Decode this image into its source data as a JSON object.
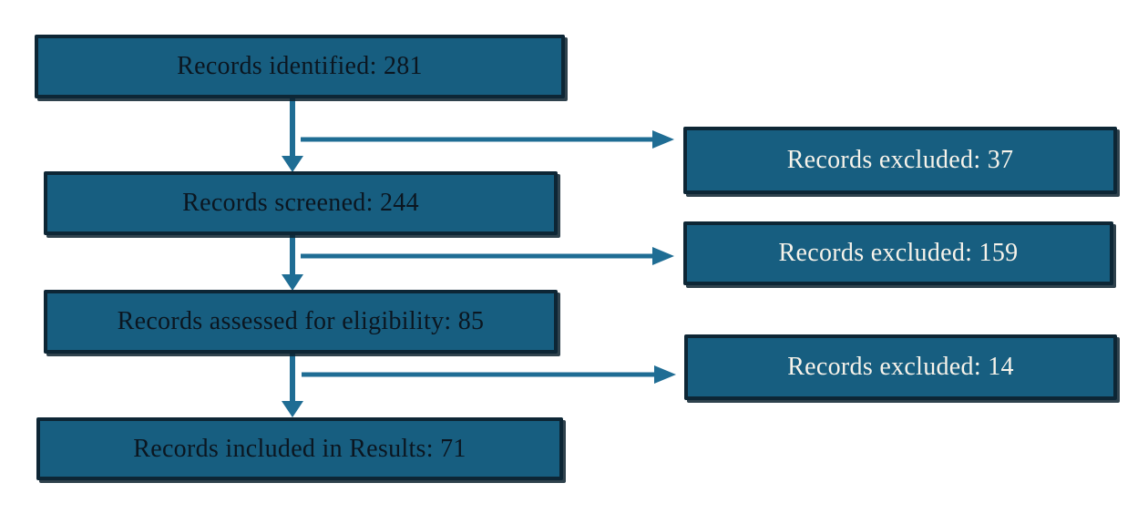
{
  "theme": {
    "canvas_bg": "#ffffff",
    "box_fill": "#175E80",
    "box_border": "#0D2635",
    "arrow_color": "#1F6D94",
    "text_dark": "#0B1620",
    "text_light": "#F7F3EA"
  },
  "diagram": {
    "type": "flowchart",
    "description": "Records screening flow diagram",
    "nodes": {
      "identified": {
        "label": "Records identified: 281",
        "value": 281
      },
      "screened": {
        "label": "Records screened: 244",
        "value": 244
      },
      "assessed": {
        "label": "Records assessed for eligibility: 85",
        "value": 85
      },
      "included": {
        "label": "Records included in Results: 71",
        "value": 71
      },
      "excluded_after_identification": {
        "label": "Records excluded: 37",
        "value": 37
      },
      "excluded_after_screening": {
        "label": "Records excluded: 159",
        "value": 159
      },
      "excluded_after_eligibility": {
        "label": "Records excluded: 14",
        "value": 14
      }
    },
    "edges": [
      {
        "from": "identified",
        "to": "screened"
      },
      {
        "from": "identified",
        "to": "excluded_after_identification"
      },
      {
        "from": "screened",
        "to": "assessed"
      },
      {
        "from": "screened",
        "to": "excluded_after_screening"
      },
      {
        "from": "assessed",
        "to": "included"
      },
      {
        "from": "assessed",
        "to": "excluded_after_eligibility"
      }
    ]
  }
}
